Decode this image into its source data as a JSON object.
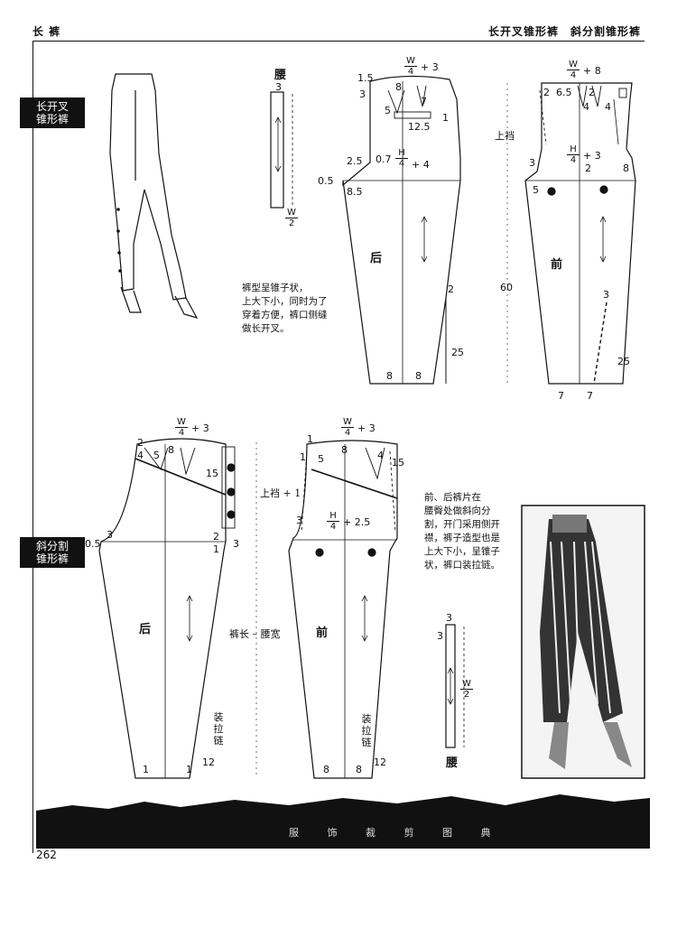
{
  "header": {
    "left": "长 裤",
    "right": "长开叉锥形裤　斜分割锥形裤"
  },
  "section1": {
    "tag": "长开叉\n锥形裤",
    "waist_label": "腰",
    "waist_top": "3",
    "waist_frac_num": "W",
    "waist_frac_den": "2",
    "back_label": "后",
    "front_label": "前",
    "note": "裤型呈锥子状，\n上大下小，同时为了\n穿着方便，裤口侧缝\n做长开叉。",
    "rise_label": "上裆",
    "length": "60",
    "back_top_formula": "+ 3",
    "back_top_num": "W",
    "back_top_den": "4",
    "back_mid_formula": "+ 4",
    "back_mid_num": "H",
    "back_mid_den": "4",
    "back_mid_prefix": "0.7",
    "front_top_formula": "+ 8",
    "front_top_num": "W",
    "front_top_den": "4",
    "front_mid_formula": "+ 3",
    "front_mid_num": "H",
    "front_mid_den": "4",
    "nums": {
      "b1": "1.5",
      "b2": "3",
      "b3": "8",
      "b4": "5",
      "b5": "7",
      "b6": "1",
      "b7": "12.5",
      "b8": "2.5",
      "b9": "0.5",
      "b10": "8.5",
      "b11": "2",
      "b12": "25",
      "b13": "8",
      "b14": "8",
      "f1": "2",
      "f2": "6.5",
      "f3": "2",
      "f4": "4",
      "f5": "4",
      "f6": "3",
      "f7": "2",
      "f8": "8",
      "f9": "5",
      "f10": "3",
      "f11": "25",
      "f12": "7",
      "f13": "7"
    }
  },
  "section2": {
    "tag": "斜分割\n锥形裤",
    "back_label": "后",
    "front_label": "前",
    "center_label": "裤长 – 腰宽",
    "rise_label": "上裆 + 1",
    "zip_back": "装拉链",
    "zip_front": "装拉链",
    "waist_label": "腰",
    "waist_top": "3",
    "waist_side": "3",
    "waist_frac_num": "W",
    "waist_frac_den": "2",
    "note": "前、后裤片在\n腰臀处做斜向分\n割，开门采用侧开\n襟，裤子造型也是\n上大下小，呈锥子\n状，裤口装拉链。",
    "back_top_num": "W",
    "back_top_den": "4",
    "back_top_formula": "+ 3",
    "front_top_num": "W",
    "front_top_den": "4",
    "front_top_formula": "+ 3",
    "front_mid_num": "H",
    "front_mid_den": "4",
    "front_mid_formula": "+ 2.5",
    "nums": {
      "b1": "2",
      "b2": "4",
      "b3": "5",
      "b4": "8",
      "b5": "15",
      "b6": "3",
      "b7": "0.5",
      "b8": "2",
      "b9": "1",
      "b10": "3",
      "b11": "1",
      "b12": "1",
      "b13": "12",
      "f1": "1",
      "f2": "1",
      "f3": "5",
      "f4": "8",
      "f5": "4",
      "f6": "15",
      "f7": "3",
      "f8": "8",
      "f9": "8",
      "f10": "12"
    }
  },
  "footer": {
    "book_title": "服 饰 裁 剪 图 典",
    "page_number": "262"
  }
}
